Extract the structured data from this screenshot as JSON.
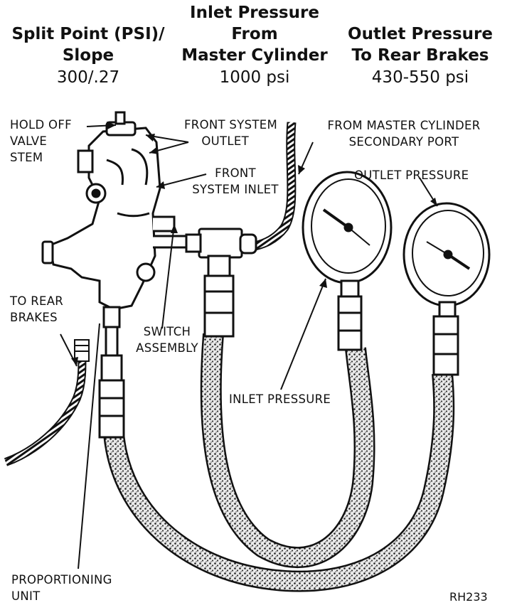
{
  "header": {
    "col1": {
      "line1": "Split Point (PSI)/",
      "line2": "Slope",
      "value": "300/.27"
    },
    "col2": {
      "line0": "Inlet Pressure",
      "line1": "From",
      "line2": "Master Cylinder",
      "value": "1000 psi"
    },
    "col3": {
      "line1": "Outlet Pressure",
      "line2": "To Rear Brakes",
      "value": "430-550 psi"
    }
  },
  "labels": {
    "hold_off": [
      "HOLD OFF",
      "VALVE",
      "STEM"
    ],
    "front_outlet": [
      "FRONT SYSTEM",
      "OUTLET"
    ],
    "front_inlet": [
      "FRONT",
      "SYSTEM INLET"
    ],
    "from_master": [
      "FROM MASTER CYLINDER",
      "SECONDARY PORT"
    ],
    "outlet_pressure": "OUTLET PRESSURE",
    "to_rear": [
      "TO REAR",
      "BRAKES"
    ],
    "switch": [
      "SWITCH",
      "ASSEMBLY"
    ],
    "inlet_pressure": "INLET PRESSURE",
    "proportioning": [
      "PROPORTIONING",
      "UNIT"
    ],
    "figure_code": "RH233"
  }
}
